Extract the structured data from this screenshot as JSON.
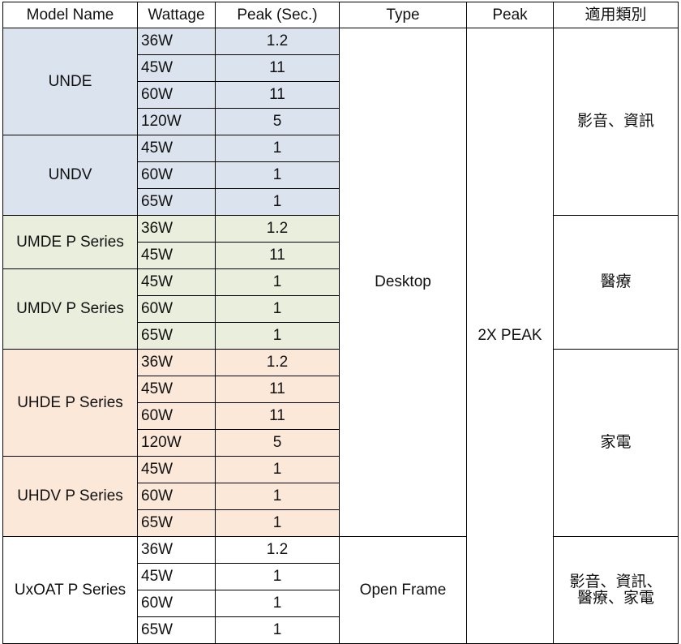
{
  "table": {
    "headers": [
      {
        "key": "model",
        "label": "Model Name"
      },
      {
        "key": "watt",
        "label": "Wattage"
      },
      {
        "key": "peaksec",
        "label": "Peak (Sec.)"
      },
      {
        "key": "type",
        "label": "Type"
      },
      {
        "key": "peak",
        "label": "Peak"
      },
      {
        "key": "cat",
        "label": "適用類別"
      }
    ],
    "colors": {
      "blue": "#dbe3ef",
      "green": "#eaeedd",
      "orange": "#fce8d9",
      "white": "#ffffff",
      "border": "#000000",
      "text": "#111111"
    },
    "type_values": {
      "desktop": "Desktop",
      "open_frame": "Open Frame"
    },
    "peak_value": "2X  PEAK",
    "categories": {
      "av_info": "影音、資訊",
      "medical": "醫療",
      "home_appliance": "家電",
      "all_line1": "影音、資訊、",
      "all_line2": "醫療、家電"
    },
    "rows": [
      {
        "model": "UNDE",
        "model_span": 4,
        "watt": "36W",
        "peaksec": "1.2",
        "fill": "blue",
        "group_start": true
      },
      {
        "model": null,
        "watt": "45W",
        "peaksec": "11",
        "fill": "blue"
      },
      {
        "model": null,
        "watt": "60W",
        "peaksec": "11",
        "fill": "blue"
      },
      {
        "model": null,
        "watt": "120W",
        "peaksec": "5",
        "fill": "blue"
      },
      {
        "model": "UNDV",
        "model_span": 3,
        "watt": "45W",
        "peaksec": "1",
        "fill": "blue",
        "group_start": true
      },
      {
        "model": null,
        "watt": "60W",
        "peaksec": "1",
        "fill": "blue"
      },
      {
        "model": null,
        "watt": "65W",
        "peaksec": "1",
        "fill": "blue"
      },
      {
        "model": "UMDE P Series",
        "model_span": 2,
        "watt": "36W",
        "peaksec": "1.2",
        "fill": "green",
        "group_start": true
      },
      {
        "model": null,
        "watt": "45W",
        "peaksec": "11",
        "fill": "green"
      },
      {
        "model": "UMDV  P Series",
        "model_span": 3,
        "watt": "45W",
        "peaksec": "1",
        "fill": "green",
        "group_start": true
      },
      {
        "model": null,
        "watt": "60W",
        "peaksec": "1",
        "fill": "green"
      },
      {
        "model": null,
        "watt": "65W",
        "peaksec": "1",
        "fill": "green"
      },
      {
        "model": "UHDE  P Series",
        "model_span": 4,
        "watt": "36W",
        "peaksec": "1.2",
        "fill": "orange",
        "group_start": true
      },
      {
        "model": null,
        "watt": "45W",
        "peaksec": "11",
        "fill": "orange"
      },
      {
        "model": null,
        "watt": "60W",
        "peaksec": "11",
        "fill": "orange"
      },
      {
        "model": null,
        "watt": "120W",
        "peaksec": "5",
        "fill": "orange"
      },
      {
        "model": "UHDV P Series",
        "model_span": 3,
        "watt": "45W",
        "peaksec": "1",
        "fill": "orange",
        "group_start": true
      },
      {
        "model": null,
        "watt": "60W",
        "peaksec": "1",
        "fill": "orange"
      },
      {
        "model": null,
        "watt": "65W",
        "peaksec": "1",
        "fill": "orange"
      },
      {
        "model": "UxOAT  P Series",
        "model_span": 4,
        "watt": "36W",
        "peaksec": "1.2",
        "fill": "white",
        "group_start": true
      },
      {
        "model": null,
        "watt": "45W",
        "peaksec": "1",
        "fill": "white"
      },
      {
        "model": null,
        "watt": "60W",
        "peaksec": "1",
        "fill": "white"
      },
      {
        "model": null,
        "watt": "65W",
        "peaksec": "1",
        "fill": "white"
      }
    ]
  }
}
